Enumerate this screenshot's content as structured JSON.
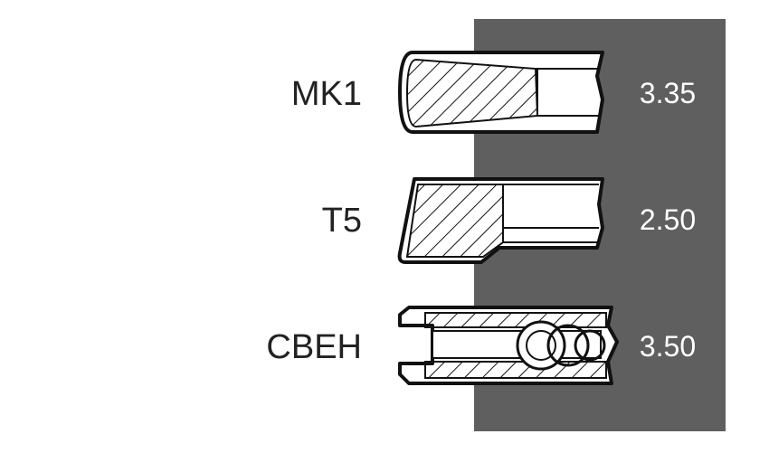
{
  "colors": {
    "background": "#ffffff",
    "panel": "#5f5f5f",
    "outline": "#111111",
    "label_text": "#222222",
    "value_text": "#ffffff"
  },
  "rings": [
    {
      "label": "MK1",
      "value": "3.35"
    },
    {
      "label": "T5",
      "value": "2.50"
    },
    {
      "label": "CBEH",
      "value": "3.50"
    }
  ]
}
